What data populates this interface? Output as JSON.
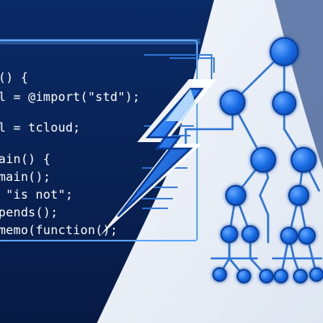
{
  "code_panel": {
    "lines": [
      "() {",
      "l = @import(\"std\");",
      "l = tcloud;",
      "ain() {",
      "main();",
      " \"is not\";",
      "pends();",
      "memo(function();"
    ]
  },
  "colors": {
    "code_background": "#0b1f4a",
    "code_panel_border": "#5ea8ff",
    "light_background": "#e9eff7",
    "node_fill": "#1e73e8",
    "node_stroke": "#0b3f9a",
    "connector": "#2f76d8",
    "bolt_light": "#7fb6ff",
    "bolt_dark": "#0e4fb8"
  },
  "icons": {
    "center": "lightning-bolt-icon",
    "right": "tree-graph"
  }
}
